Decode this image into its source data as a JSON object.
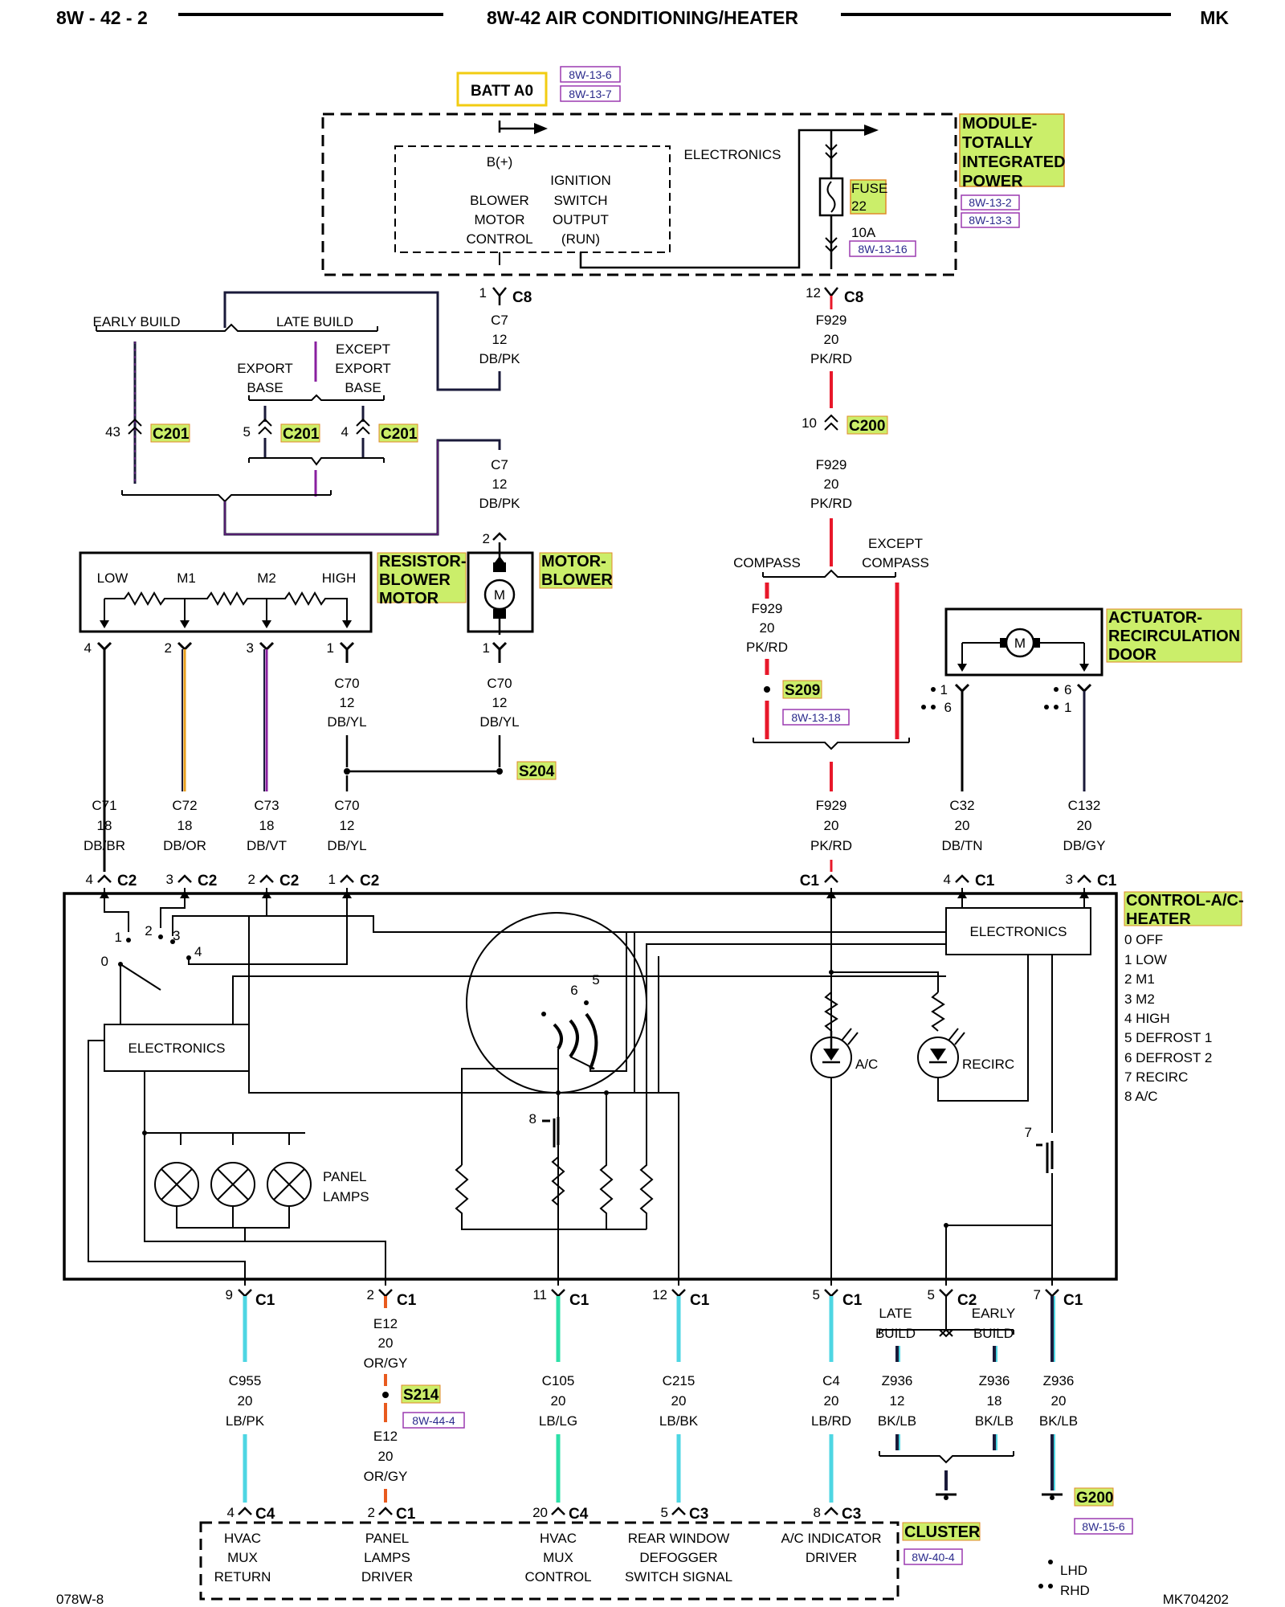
{
  "header": {
    "page": "8W - 42 - 2",
    "title": "8W-42 AIR CONDITIONING/HEATER",
    "model": "MK"
  },
  "footer": {
    "left": "078W-8",
    "right": "MK704202"
  },
  "colors": {
    "pk_rd": "#e8182a",
    "lb": "#4ed6e3",
    "lg": "#2ee0a8",
    "or": "#e85a1e",
    "vt": "#8a20a0",
    "db": "#1a1a3a",
    "highlight": "#cbee6a",
    "ref_border": "#9b3ab0"
  },
  "battery": {
    "label": "BATT A0",
    "refs": [
      "8W-13-6",
      "8W-13-7"
    ]
  },
  "tipm": {
    "name": [
      "MODULE-",
      "TOTALLY",
      "INTEGRATED",
      "POWER"
    ],
    "refs": [
      "8W-13-2",
      "8W-13-3"
    ],
    "electronics": "ELECTRONICS",
    "bplus": "B(+)",
    "blower_ctrl": [
      "BLOWER",
      "MOTOR",
      "CONTROL"
    ],
    "ign_out": [
      "IGNITION",
      "SWITCH",
      "OUTPUT",
      "(RUN)"
    ],
    "fuse": [
      "FUSE",
      "22"
    ],
    "fuse_amp": "10A",
    "fuse_ref": "8W-13-16"
  },
  "build": {
    "early": "EARLY BUILD",
    "late": "LATE BUILD",
    "export_base": [
      "EXPORT",
      "BASE"
    ],
    "except_export_base": [
      "EXCEPT",
      "EXPORT",
      "BASE"
    ]
  },
  "connectors": {
    "c8_1": {
      "pin": "1",
      "name": "C8"
    },
    "c8_12": {
      "pin": "12",
      "name": "C8"
    },
    "c201_43": {
      "pin": "43",
      "name": "C201"
    },
    "c201_5": {
      "pin": "5",
      "name": "C201"
    },
    "c201_4": {
      "pin": "4",
      "name": "C201"
    },
    "c200_10": {
      "pin": "10",
      "name": "C200"
    },
    "res_4": {
      "pin": "4"
    },
    "res_2": {
      "pin": "2"
    },
    "res_3": {
      "pin": "3"
    },
    "res_1": {
      "pin": "1"
    },
    "mot_2": {
      "pin": "2"
    },
    "mot_1": {
      "pin": "1"
    },
    "act_1": {
      "pins": "1",
      "pins_rhd": "6"
    },
    "act_6": {
      "pins": "6",
      "pins_rhd": "1"
    },
    "c2_4": {
      "pin": "4",
      "name": "C2"
    },
    "c2_3": {
      "pin": "3",
      "name": "C2"
    },
    "c2_2": {
      "pin": "2",
      "name": "C2"
    },
    "c2_1": {
      "pin": "1",
      "name": "C2"
    },
    "c1_c1": {
      "pin": "C1",
      "name": ""
    },
    "c1_4": {
      "pin": "4",
      "name": "C1"
    },
    "c1_3": {
      "pin": "3",
      "name": "C1"
    },
    "b_c1_9": {
      "pin": "9",
      "name": "C1"
    },
    "b_c1_2": {
      "pin": "2",
      "name": "C1"
    },
    "b_c1_11": {
      "pin": "11",
      "name": "C1"
    },
    "b_c1_12": {
      "pin": "12",
      "name": "C1"
    },
    "b_c1_5": {
      "pin": "5",
      "name": "C1"
    },
    "b_c2_5": {
      "pin": "5",
      "name": "C2"
    },
    "b_c1_7": {
      "pin": "7",
      "name": "C1"
    },
    "cl_c4_4": {
      "pin": "4",
      "name": "C4"
    },
    "cl_c1_2": {
      "pin": "2",
      "name": "C1"
    },
    "cl_c4_20": {
      "pin": "20",
      "name": "C4"
    },
    "cl_c3_5": {
      "pin": "5",
      "name": "C3"
    },
    "cl_c3_8": {
      "pin": "8",
      "name": "C3"
    }
  },
  "wires": {
    "c7a": [
      "C7",
      "12",
      "DB/PK"
    ],
    "c7b": [
      "C7",
      "12",
      "DB/PK"
    ],
    "f929a": [
      "F929",
      "20",
      "PK/RD"
    ],
    "f929b": [
      "F929",
      "20",
      "PK/RD"
    ],
    "f929c": [
      "F929",
      "20",
      "PK/RD"
    ],
    "f929d": [
      "F929",
      "20",
      "PK/RD"
    ],
    "c70a": [
      "C70",
      "12",
      "DB/YL"
    ],
    "c70b": [
      "C70",
      "12",
      "DB/YL"
    ],
    "c70c": [
      "C70",
      "12",
      "DB/YL"
    ],
    "c71": [
      "C71",
      "18",
      "DB/BR"
    ],
    "c72": [
      "C72",
      "18",
      "DB/OR"
    ],
    "c73": [
      "C73",
      "18",
      "DB/VT"
    ],
    "c32": [
      "C32",
      "20",
      "DB/TN"
    ],
    "c132": [
      "C132",
      "20",
      "DB/GY"
    ],
    "c955": [
      "C955",
      "20",
      "LB/PK"
    ],
    "e12a": [
      "E12",
      "20",
      "OR/GY"
    ],
    "e12b": [
      "E12",
      "20",
      "OR/GY"
    ],
    "c105": [
      "C105",
      "20",
      "LB/LG"
    ],
    "c215": [
      "C215",
      "20",
      "LB/BK"
    ],
    "c4": [
      "C4",
      "20",
      "LB/RD"
    ],
    "z936a": [
      "Z936",
      "12",
      "BK/LB"
    ],
    "z936b": [
      "Z936",
      "18",
      "BK/LB"
    ],
    "z936c": [
      "Z936",
      "20",
      "BK/LB"
    ]
  },
  "compass": {
    "compass": "COMPASS",
    "except": [
      "EXCEPT",
      "COMPASS"
    ]
  },
  "splices": {
    "s209": "S209",
    "s209_ref": "8W-13-18",
    "s204": "S204",
    "s214": "S214",
    "s214_ref": "8W-44-4"
  },
  "resistor": {
    "name": [
      "RESISTOR-",
      "BLOWER",
      "MOTOR"
    ],
    "low": "LOW",
    "m1": "M1",
    "m2": "M2",
    "high": "HIGH"
  },
  "motor": {
    "name": [
      "MOTOR-",
      "BLOWER"
    ],
    "symbol": "M"
  },
  "actuator": {
    "name": [
      "ACTUATOR-",
      "RECIRCULATION",
      "DOOR"
    ],
    "symbol": "M"
  },
  "control": {
    "name": [
      "CONTROL-A/C-",
      "HEATER"
    ],
    "electronics_right": "ELECTRONICS",
    "electronics_left": "ELECTRONICS",
    "legend": [
      "0 OFF",
      "1 LOW",
      "2 M1",
      "3 M2",
      "4 HIGH",
      "5 DEFROST 1",
      "6 DEFROST 2",
      "7 RECIRC",
      "8 A/C"
    ],
    "switch_pos": [
      "0",
      "1",
      "2",
      "3",
      "4"
    ],
    "def_pos": [
      "6",
      "5"
    ],
    "sw8": "8",
    "sw7": "7",
    "ac_led": "A/C",
    "recirc_led": "RECIRC",
    "panel_lamps": [
      "PANEL",
      "LAMPS"
    ]
  },
  "late_early": {
    "late": [
      "LATE",
      "BUILD"
    ],
    "early": [
      "EARLY",
      "BUILD"
    ]
  },
  "ground": {
    "name": "G200",
    "ref": "8W-15-6"
  },
  "cluster": {
    "name": "CLUSTER",
    "ref": "8W-40-4",
    "fn1": [
      "HVAC",
      "MUX",
      "RETURN"
    ],
    "fn2": [
      "PANEL",
      "LAMPS",
      "DRIVER"
    ],
    "fn3": [
      "HVAC",
      "MUX",
      "CONTROL"
    ],
    "fn4": [
      "REAR WINDOW",
      "DEFOGGER",
      "SWITCH SIGNAL"
    ],
    "fn5": [
      "A/C INDICATOR",
      "DRIVER"
    ]
  },
  "lhd_rhd": {
    "lhd": "LHD",
    "rhd": "RHD"
  }
}
